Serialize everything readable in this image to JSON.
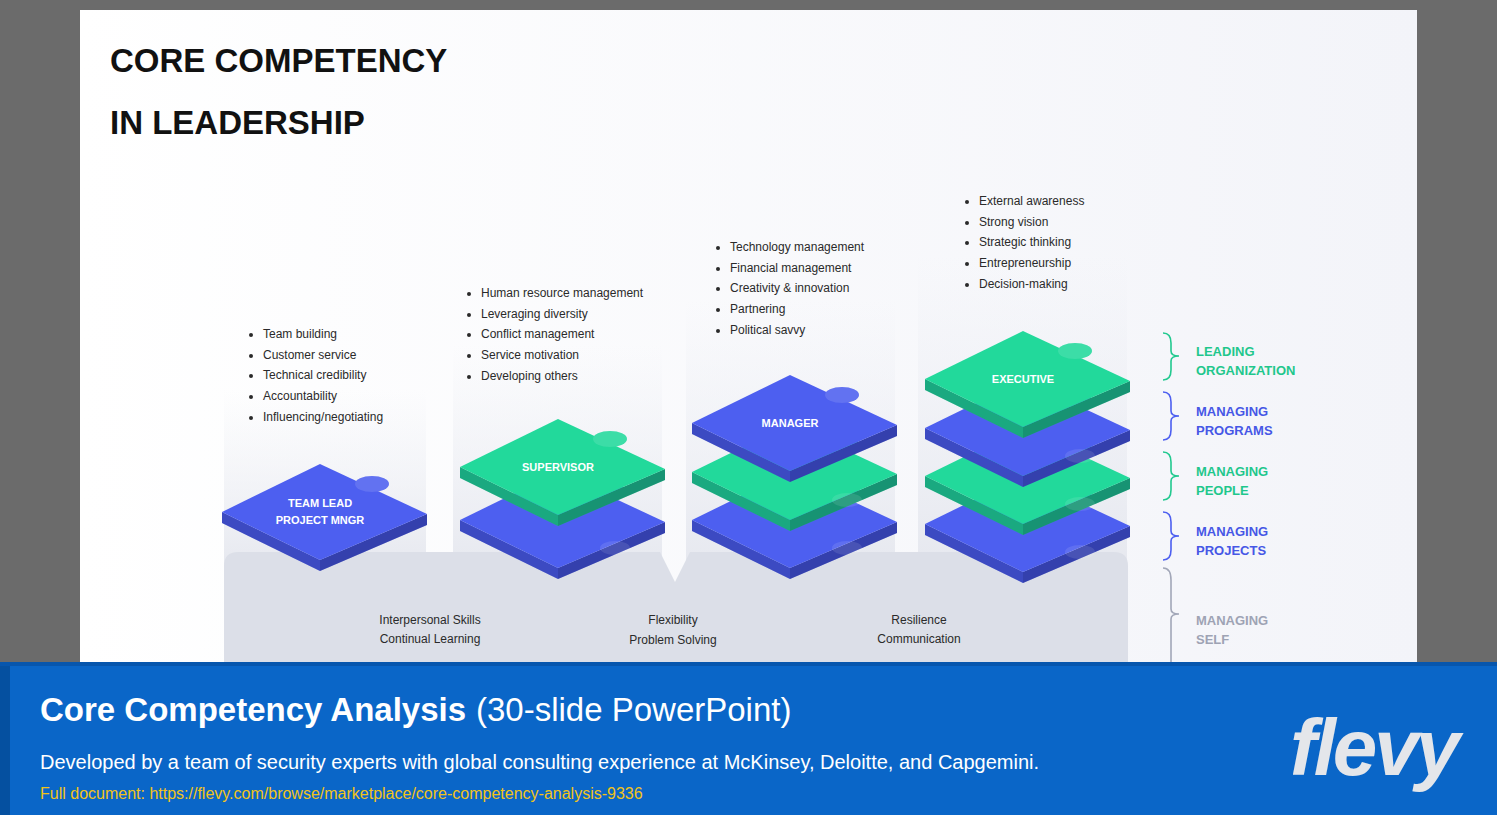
{
  "diagram": {
    "title": "CORE COMPETENCY IN LEADERSHIP",
    "nodes": [
      {
        "text": [
          "TEAM LEAD PROJECT MNGR"
        ]
      },
      {
        "text": [
          "SUPERVISOR"
        ]
      },
      {
        "text": [
          "MANAGER"
        ]
      },
      {
        "text": [
          "EXECUTIVE"
        ]
      },
      {
        "text": [
          "Interpersonal Skills",
          "Continual Learning",
          "Flexibility",
          "Problem Solving",
          "Resilience",
          "Communication"
        ]
      },
      {
        "text": [
          "Core Competency Analysis",
          "(30-slide PowerPoint)",
          "Developed by a team of security experts with global consulting experience at McKinsey, Deloitte, and Capgemini.",
          "Full document: https://flevy.com/browse/marketplace/core-competency-analysis-9336"
        ]
      }
    ],
    "labels": [
      "Team building",
      "Customer service",
      "Technical credibility",
      "Accountability",
      "Influencing/negotiating",
      "Human resource management",
      "Leveraging diversity",
      "Conflict management",
      "Service motivation",
      "Developing others",
      "Technology management",
      "Financial management",
      "Creativity & innovation",
      "Partnering",
      "Political savvy",
      "External awareness",
      "Strong vision",
      "Strategic thinking",
      "Entrepreneurship",
      "Decision-making",
      "LEADING ORGANIZATION",
      "MANAGING PROGRAMS",
      "MANAGING PEOPLE",
      "MANAGING PROJECTS",
      "MANAGING SELF",
      "flevy"
    ]
  }
}
